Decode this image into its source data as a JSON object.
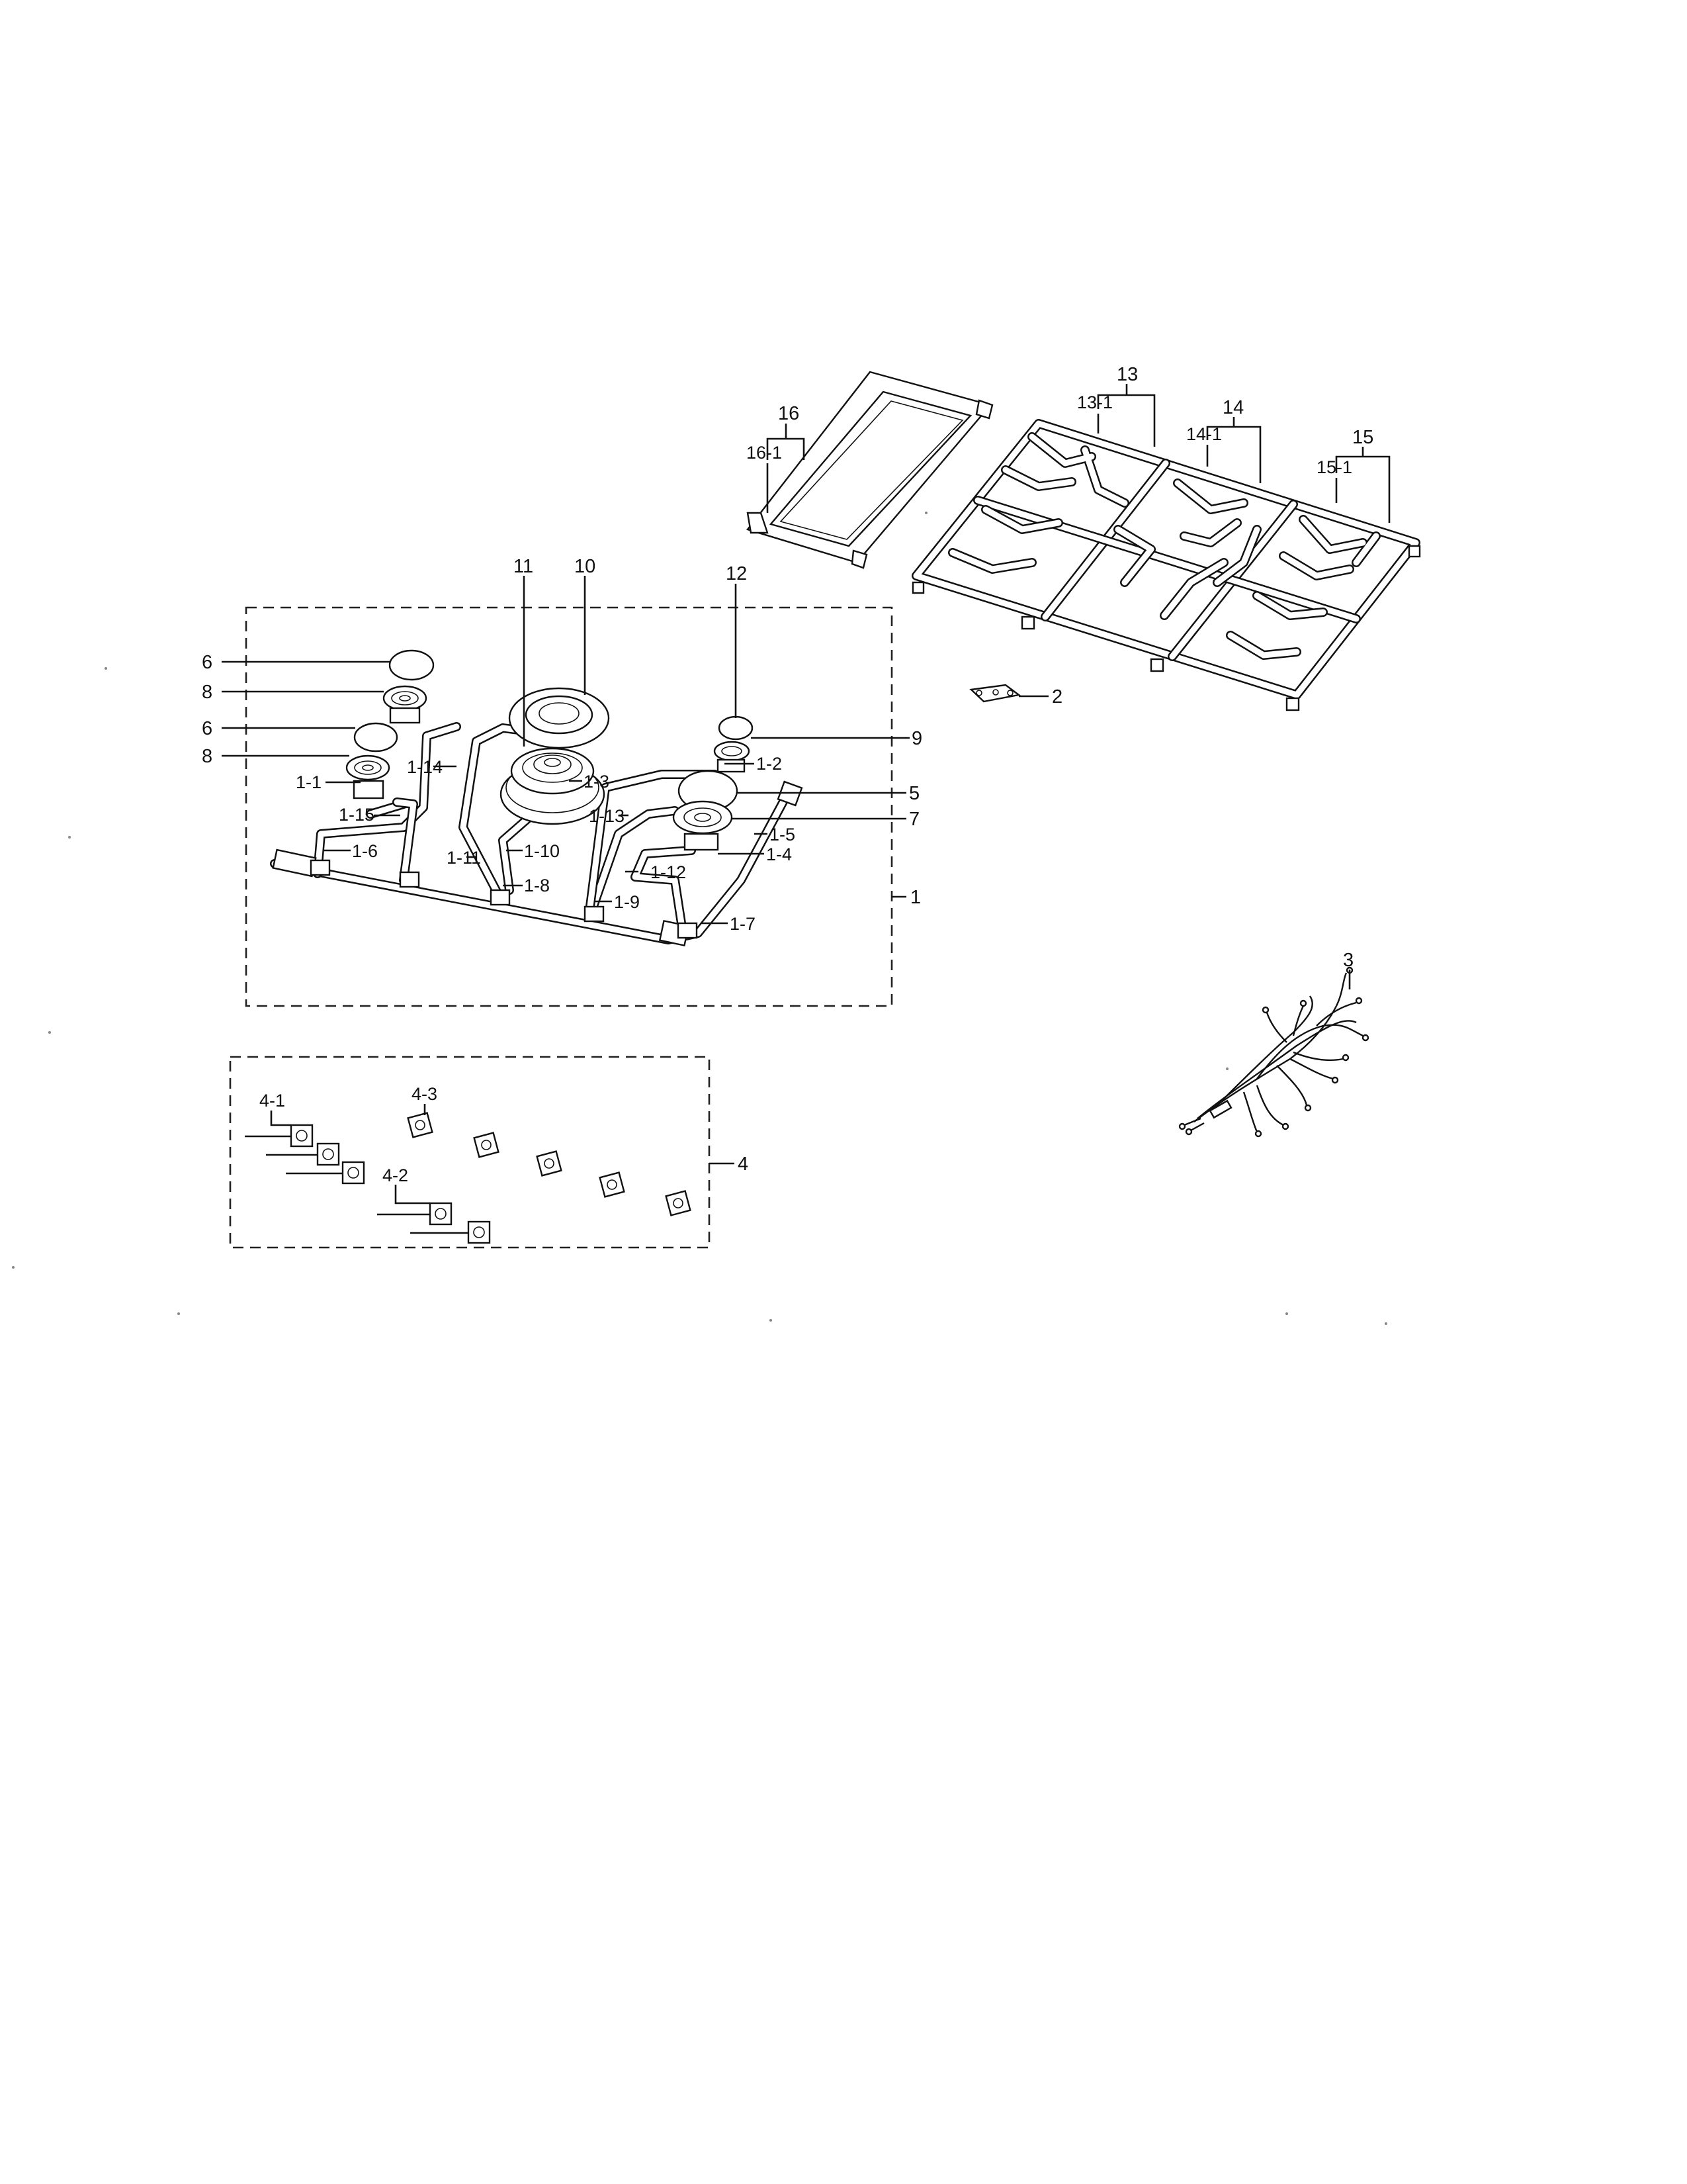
{
  "diagram": {
    "part_labels": {
      "p1": "1",
      "p1_1": "1-1",
      "p1_2": "1-2",
      "p1_3": "1-3",
      "p1_4": "1-4",
      "p1_5": "1-5",
      "p1_6": "1-6",
      "p1_7": "1-7",
      "p1_8": "1-8",
      "p1_9": "1-9",
      "p1_10": "1-10",
      "p1_11": "1-11",
      "p1_12": "1-12",
      "p1_13": "1-13",
      "p1_14": "1-14",
      "p1_15": "1-15",
      "p2": "2",
      "p3": "3",
      "p4": "4",
      "p4_1": "4-1",
      "p4_2": "4-2",
      "p4_3": "4-3",
      "p5": "5",
      "p6a": "6",
      "p6b": "6",
      "p7": "7",
      "p8a": "8",
      "p8b": "8",
      "p9": "9",
      "p10": "10",
      "p11": "11",
      "p12": "12",
      "p13": "13",
      "p13_1": "13-1",
      "p14": "14",
      "p14_1": "14-1",
      "p15": "15",
      "p15_1": "15-1",
      "p16": "16",
      "p16_1": "16-1"
    }
  }
}
